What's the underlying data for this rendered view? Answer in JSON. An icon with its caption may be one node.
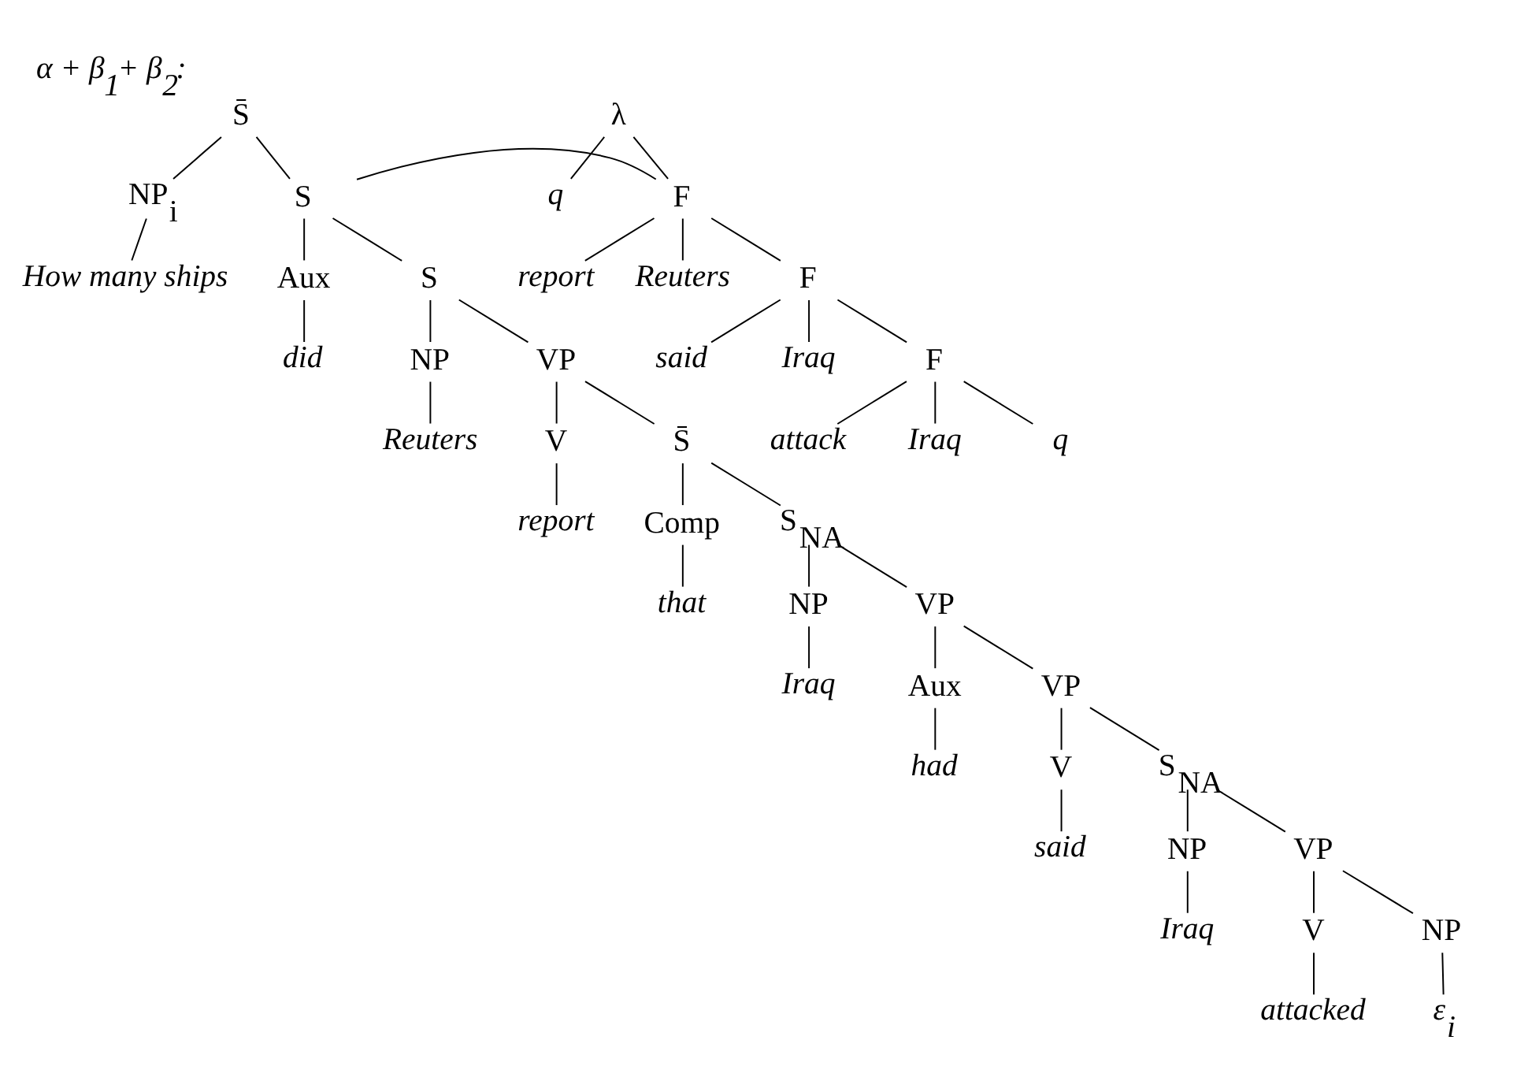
{
  "diagram": {
    "title": "α + β$_{1}$+ β$_{2}$:",
    "nodes": [
      {
        "text": [
          "S̄"
        ]
      },
      {
        "text": [
          "NP$_{i}$"
        ]
      },
      {
        "text": [
          "S"
        ]
      },
      {
        "text": [
          "How many ships"
        ]
      },
      {
        "text": [
          "Aux"
        ]
      },
      {
        "text": [
          "S"
        ]
      },
      {
        "text": [
          "did"
        ]
      },
      {
        "text": [
          "NP"
        ]
      },
      {
        "text": [
          "VP"
        ]
      },
      {
        "text": [
          "Reuters"
        ]
      },
      {
        "text": [
          "V"
        ]
      },
      {
        "text": [
          "S̄"
        ]
      },
      {
        "text": [
          "report"
        ]
      },
      {
        "text": [
          "Comp"
        ]
      },
      {
        "text": [
          "S$_{NA}$"
        ]
      },
      {
        "text": [
          "that"
        ]
      },
      {
        "text": [
          "NP"
        ]
      },
      {
        "text": [
          "VP"
        ]
      },
      {
        "text": [
          "Iraq"
        ]
      },
      {
        "text": [
          "Aux"
        ]
      },
      {
        "text": [
          "VP"
        ]
      },
      {
        "text": [
          "had"
        ]
      },
      {
        "text": [
          "V"
        ]
      },
      {
        "text": [
          "S$_{NA}$"
        ]
      },
      {
        "text": [
          "said"
        ]
      },
      {
        "text": [
          "NP"
        ]
      },
      {
        "text": [
          "VP"
        ]
      },
      {
        "text": [
          "Iraq"
        ]
      },
      {
        "text": [
          "V"
        ]
      },
      {
        "text": [
          "NP"
        ]
      },
      {
        "text": [
          "attacked"
        ]
      },
      {
        "text": [
          "ε$_{i}$"
        ]
      },
      {
        "text": [
          "λ"
        ]
      },
      {
        "text": [
          "q"
        ]
      },
      {
        "text": [
          "F"
        ]
      },
      {
        "text": [
          "report"
        ]
      },
      {
        "text": [
          "Reuters"
        ]
      },
      {
        "text": [
          "F"
        ]
      },
      {
        "text": [
          "said"
        ]
      },
      {
        "text": [
          "Iraq"
        ]
      },
      {
        "text": [
          "F"
        ]
      },
      {
        "text": [
          "attack"
        ]
      },
      {
        "text": [
          "Iraq"
        ]
      },
      {
        "text": [
          "q"
        ]
      }
    ],
    "edges": [
      {
        "from": 0,
        "to": 1,
        "arrow": "none"
      },
      {
        "from": 0,
        "to": 2,
        "arrow": "none"
      },
      {
        "from": 1,
        "to": 3,
        "arrow": "none"
      },
      {
        "from": 2,
        "to": 4,
        "arrow": "none"
      },
      {
        "from": 2,
        "to": 5,
        "arrow": "none"
      },
      {
        "from": 4,
        "to": 6,
        "arrow": "none"
      },
      {
        "from": 5,
        "to": 7,
        "arrow": "none"
      },
      {
        "from": 5,
        "to": 8,
        "arrow": "none"
      },
      {
        "from": 7,
        "to": 9,
        "arrow": "none"
      },
      {
        "from": 8,
        "to": 10,
        "arrow": "none"
      },
      {
        "from": 8,
        "to": 11,
        "arrow": "none"
      },
      {
        "from": 10,
        "to": 12,
        "arrow": "none"
      },
      {
        "from": 11,
        "to": 13,
        "arrow": "none"
      },
      {
        "from": 11,
        "to": 14,
        "arrow": "none"
      },
      {
        "from": 13,
        "to": 15,
        "arrow": "none"
      },
      {
        "from": 14,
        "to": 16,
        "arrow": "none"
      },
      {
        "from": 14,
        "to": 17,
        "arrow": "none"
      },
      {
        "from": 16,
        "to": 18,
        "arrow": "none"
      },
      {
        "from": 17,
        "to": 19,
        "arrow": "none"
      },
      {
        "from": 17,
        "to": 20,
        "arrow": "none"
      },
      {
        "from": 19,
        "to": 21,
        "arrow": "none"
      },
      {
        "from": 20,
        "to": 22,
        "arrow": "none"
      },
      {
        "from": 20,
        "to": 23,
        "arrow": "none"
      },
      {
        "from": 22,
        "to": 24,
        "arrow": "none"
      },
      {
        "from": 23,
        "to": 25,
        "arrow": "none"
      },
      {
        "from": 23,
        "to": 26,
        "arrow": "none"
      },
      {
        "from": 25,
        "to": 27,
        "arrow": "none"
      },
      {
        "from": 26,
        "to": 28,
        "arrow": "none"
      },
      {
        "from": 26,
        "to": 29,
        "arrow": "none"
      },
      {
        "from": 28,
        "to": 30,
        "arrow": "none"
      },
      {
        "from": 29,
        "to": 31,
        "arrow": "none"
      },
      {
        "from": 32,
        "to": 33,
        "arrow": "none"
      },
      {
        "from": 32,
        "to": 34,
        "arrow": "none"
      },
      {
        "from": 34,
        "to": 35,
        "arrow": "none"
      },
      {
        "from": 34,
        "to": 36,
        "arrow": "none"
      },
      {
        "from": 34,
        "to": 37,
        "arrow": "none"
      },
      {
        "from": 37,
        "to": 38,
        "arrow": "none"
      },
      {
        "from": 37,
        "to": 39,
        "arrow": "none"
      },
      {
        "from": 37,
        "to": 40,
        "arrow": "none"
      },
      {
        "from": 40,
        "to": 41,
        "arrow": "none"
      },
      {
        "from": 40,
        "to": 42,
        "arrow": "none"
      },
      {
        "from": 40,
        "to": 43,
        "arrow": "none"
      },
      {
        "from": 2,
        "to": 34,
        "arrow": "none"
      }
    ]
  }
}
